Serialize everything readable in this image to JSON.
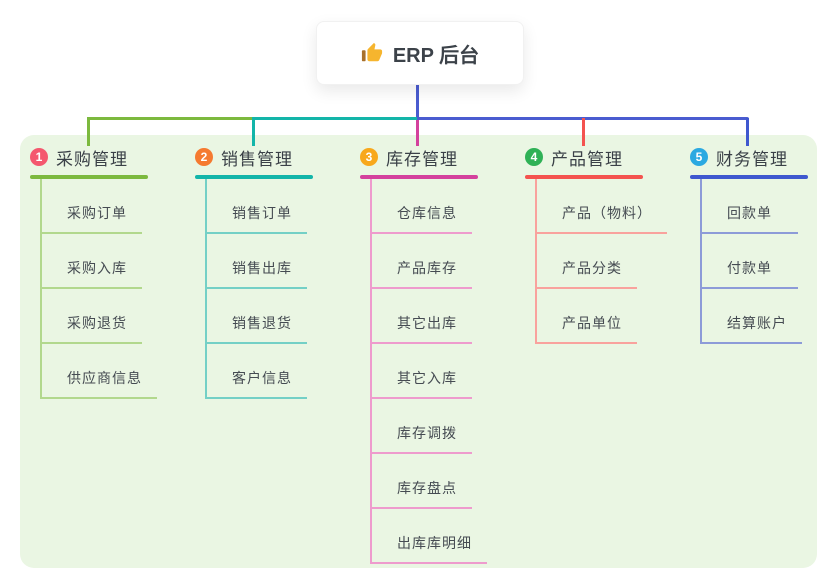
{
  "root": {
    "label": "ERP 后台",
    "stem_color": "#4a5cd0"
  },
  "panel": {
    "background": "#eaf6e3"
  },
  "branches": [
    {
      "num": "1",
      "label": "采购管理",
      "badge_color": "#f4586e",
      "accent_color": "#7cb93e",
      "line_tint": "#b2d88d",
      "children": [
        "采购订单",
        "采购入库",
        "采购退货",
        "供应商信息"
      ]
    },
    {
      "num": "2",
      "label": "销售管理",
      "badge_color": "#f57a30",
      "accent_color": "#13b5a9",
      "line_tint": "#74d0c6",
      "children": [
        "销售订单",
        "销售出库",
        "销售退货",
        "客户信息"
      ]
    },
    {
      "num": "3",
      "label": "库存管理",
      "badge_color": "#f8a81c",
      "accent_color": "#d4419d",
      "line_tint": "#ee9bcd",
      "children": [
        "仓库信息",
        "产品库存",
        "其它出库",
        "其它入库",
        "库存调拨",
        "库存盘点",
        "出库库明细"
      ]
    },
    {
      "num": "4",
      "label": "产品管理",
      "badge_color": "#2fb156",
      "accent_color": "#f4534f",
      "line_tint": "#f9a29d",
      "children": [
        "产品（物料）",
        "产品分类",
        "产品单位"
      ]
    },
    {
      "num": "5",
      "label": "财务管理",
      "badge_color": "#2ba9e1",
      "accent_color": "#3f58cf",
      "line_tint": "#8d9bd8",
      "children": [
        "回款单",
        "付款单",
        "结算账户"
      ]
    }
  ]
}
